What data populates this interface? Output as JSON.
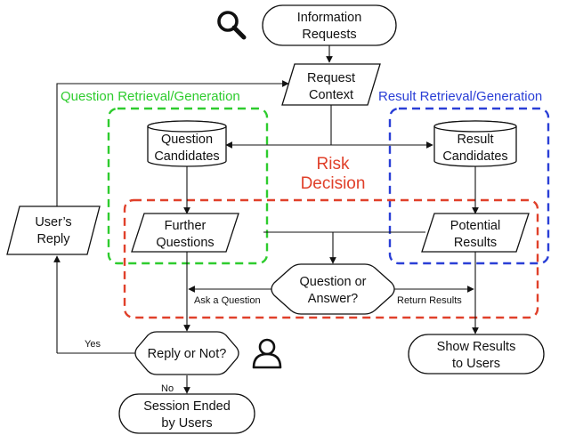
{
  "nodes": {
    "information_requests": [
      "Information",
      "Requests"
    ],
    "request_context": [
      "Request",
      "Context"
    ],
    "question_candidates": [
      "Question",
      "Candidates"
    ],
    "result_candidates": [
      "Result",
      "Candidates"
    ],
    "users_reply": [
      "User’s",
      "Reply"
    ],
    "further_questions": [
      "Further",
      "Questions"
    ],
    "potential_results": [
      "Potential",
      "Results"
    ],
    "question_or_answer": [
      "Question or",
      "Answer?"
    ],
    "reply_or_not": [
      "Reply or Not?"
    ],
    "show_results": [
      "Show Results",
      "to Users"
    ],
    "session_ended": [
      "Session Ended",
      "by Users"
    ]
  },
  "edge_labels": {
    "ask_question": "Ask a Question",
    "return_results": "Return Results",
    "yes": "Yes",
    "no": "No"
  },
  "regions": {
    "question_retrieval": {
      "label": "Question Retrieval/Generation",
      "color": "#2ecc2e"
    },
    "result_retrieval": {
      "label": "Result Retrieval/Generation",
      "color": "#2a3fd6"
    },
    "risk_decision": {
      "label": [
        "Risk",
        "Decision"
      ],
      "color": "#e0402a"
    }
  },
  "icons": {
    "search": "search-icon",
    "user": "user-icon"
  }
}
